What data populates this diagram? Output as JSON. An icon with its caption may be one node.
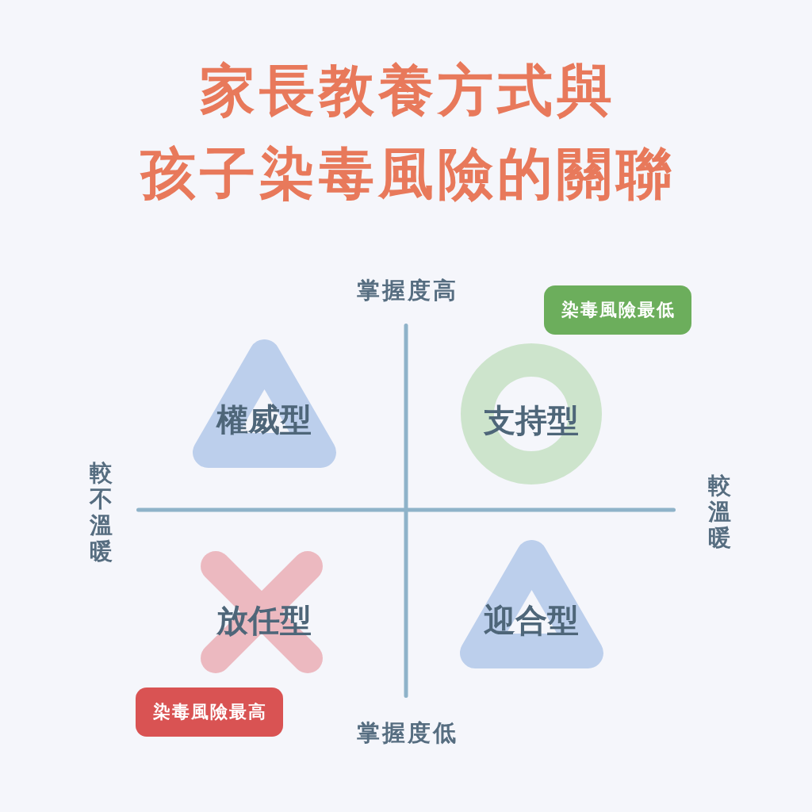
{
  "diagram": {
    "title": "家長教養方式與孩子染毒風險的關聯",
    "nodes": [
      {
        "text": [
          "染毒風險最低"
        ]
      },
      {
        "text": [
          "權威型"
        ]
      },
      {
        "text": [
          "支持型"
        ]
      },
      {
        "text": [
          "放任型"
        ]
      },
      {
        "text": [
          "迎合型"
        ]
      },
      {
        "text": [
          "染毒風險最高"
        ]
      }
    ],
    "labels": [
      "掌握度高",
      "較不溫暖",
      "較溫暖",
      "掌握度低"
    ]
  }
}
